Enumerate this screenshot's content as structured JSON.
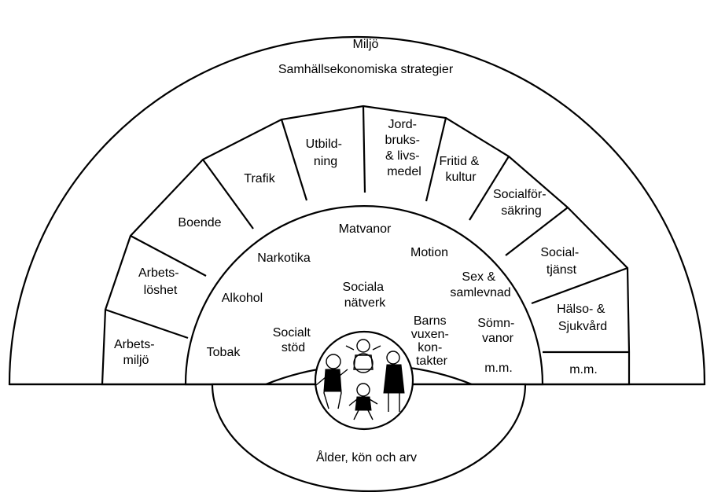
{
  "outer_ring": {
    "title": "Miljö",
    "subtitle": "Samhällsekonomiska strategier"
  },
  "sectors_left": {
    "arbetsmiljo": [
      "Arbets-",
      "miljö"
    ],
    "arbetsloshet": [
      "Arbets-",
      "löshet"
    ],
    "boende": [
      "Boende"
    ],
    "trafik": [
      "Trafik"
    ],
    "utbildning": [
      "Utbild-",
      "ning"
    ]
  },
  "sectors_right": {
    "jordbruk": [
      "Jord-",
      "bruks-",
      "& livs-",
      "medel"
    ],
    "fritid": [
      "Fritid &",
      "kultur"
    ],
    "socialforsakring": [
      "Socialför-",
      "säkring"
    ],
    "socialtjanst": [
      "Social-",
      "tjänst"
    ],
    "halso": [
      "Hälso- &",
      "Sjukvård"
    ],
    "mm": [
      "m.m."
    ]
  },
  "lifestyle_ring": {
    "matvanor": "Matvanor",
    "narkotika": "Narkotika",
    "motion": "Motion",
    "alkohol": "Alkohol",
    "sex": [
      "Sex &",
      "samlevnad"
    ],
    "tobak": "Tobak",
    "somnvanor": [
      "Sömn-",
      "vanor"
    ],
    "mm": "m.m."
  },
  "social_ring": {
    "sociala_natverk": [
      "Sociala",
      "nätverk"
    ],
    "socialt_stod": [
      "Socialt",
      "stöd"
    ],
    "barns_vuxenkontakter": [
      "Barns",
      "vuxen-",
      "kon-",
      "takter"
    ]
  },
  "base": {
    "label": "Ålder, kön och arv"
  }
}
